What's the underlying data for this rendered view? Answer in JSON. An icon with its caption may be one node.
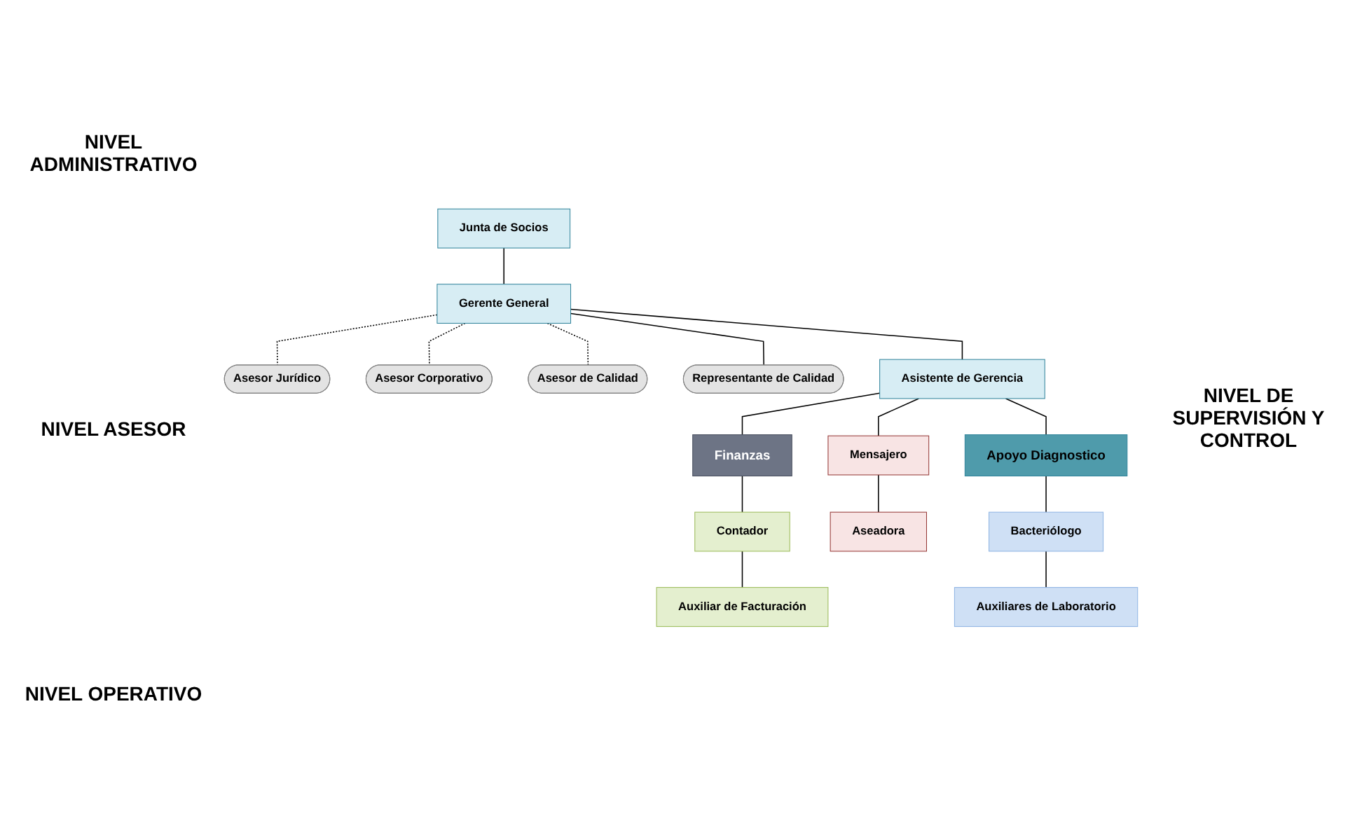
{
  "diagram": {
    "nodes": [
      {
        "text": [
          "Junta de Socios"
        ]
      },
      {
        "text": [
          "Gerente General"
        ]
      },
      {
        "text": [
          "Asesor Jurídico"
        ]
      },
      {
        "text": [
          "Asesor Corporativo"
        ]
      },
      {
        "text": [
          "Asesor de Calidad"
        ]
      },
      {
        "text": [
          "Representante de Calidad"
        ]
      },
      {
        "text": [
          "Asistente de Gerencia"
        ]
      },
      {
        "text": [
          "Finanzas"
        ]
      },
      {
        "text": [
          "Contador"
        ]
      },
      {
        "text": [
          "Auxiliar de Facturación"
        ]
      },
      {
        "text": [
          "Mensajero"
        ]
      },
      {
        "text": [
          "Aseadora"
        ]
      },
      {
        "text": [
          "Apoyo Diagnostico"
        ]
      },
      {
        "text": [
          "Bacteriólogo"
        ]
      },
      {
        "text": [
          "Auxiliares de Laboratorio"
        ]
      }
    ],
    "edges": [
      {
        "from": 0,
        "to": 1,
        "arrow": "none"
      },
      {
        "from": 1,
        "to": 2,
        "arrow": "none",
        "style": "dashed"
      },
      {
        "from": 1,
        "to": 3,
        "arrow": "none",
        "style": "dashed"
      },
      {
        "from": 1,
        "to": 4,
        "arrow": "none",
        "style": "dashed"
      },
      {
        "from": 1,
        "to": 5,
        "arrow": "none"
      },
      {
        "from": 1,
        "to": 6,
        "arrow": "none"
      },
      {
        "from": 6,
        "to": 7,
        "arrow": "none"
      },
      {
        "from": 6,
        "to": 10,
        "arrow": "none"
      },
      {
        "from": 6,
        "to": 12,
        "arrow": "none"
      },
      {
        "from": 7,
        "to": 8,
        "arrow": "none"
      },
      {
        "from": 8,
        "to": 9,
        "arrow": "none"
      },
      {
        "from": 10,
        "to": 11,
        "arrow": "none"
      },
      {
        "from": 12,
        "to": 13,
        "arrow": "none"
      },
      {
        "from": 13,
        "to": 14,
        "arrow": "none"
      }
    ],
    "labels": [
      "NIVEL ADMINISTRATIVO",
      "NIVEL ASESOR",
      "NIVEL DE SUPERVISIÓN Y CONTROL",
      "NIVEL OPERATIVO"
    ]
  }
}
